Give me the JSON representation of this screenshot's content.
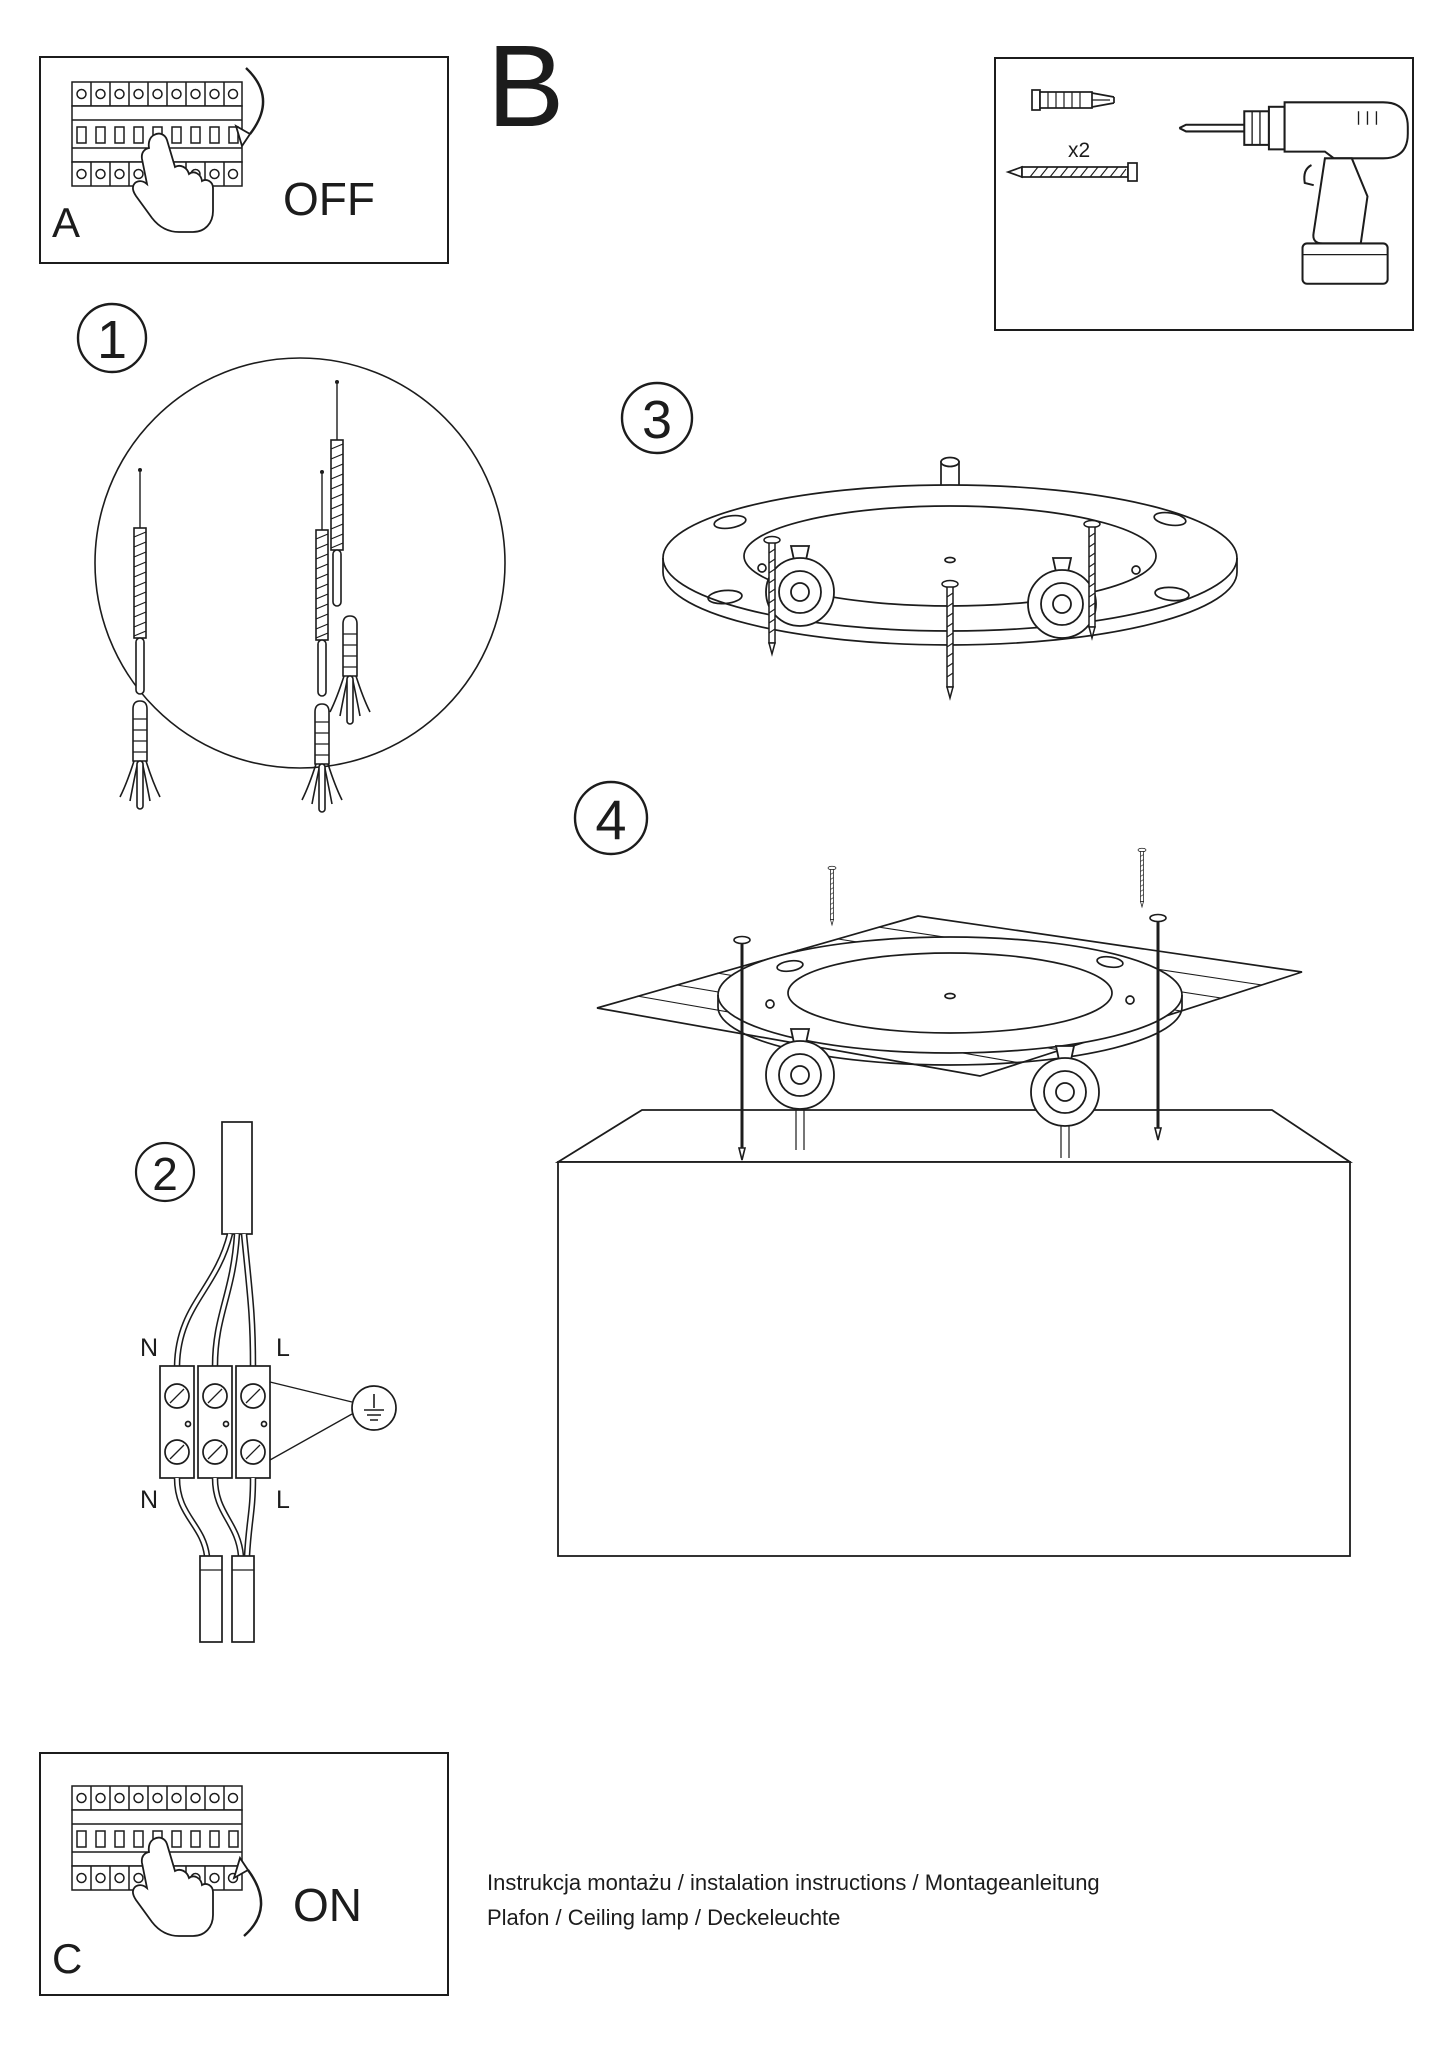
{
  "panel_a": {
    "label": "A",
    "action": "OFF"
  },
  "section_b": {
    "label": "B"
  },
  "tools_box": {
    "anchor_count": "x2"
  },
  "steps": {
    "one": "1",
    "two": "2",
    "three": "3",
    "four": "4"
  },
  "wiring": {
    "neutral_top": "N",
    "live_top": "L",
    "neutral_bottom": "N",
    "live_bottom": "L"
  },
  "panel_c": {
    "label": "C",
    "action": "ON"
  },
  "footer": {
    "line1": "Instrukcja montażu / instalation instructions / Montageanleitung",
    "line2": "Plafon / Ceiling lamp / Deckeleuchte"
  }
}
